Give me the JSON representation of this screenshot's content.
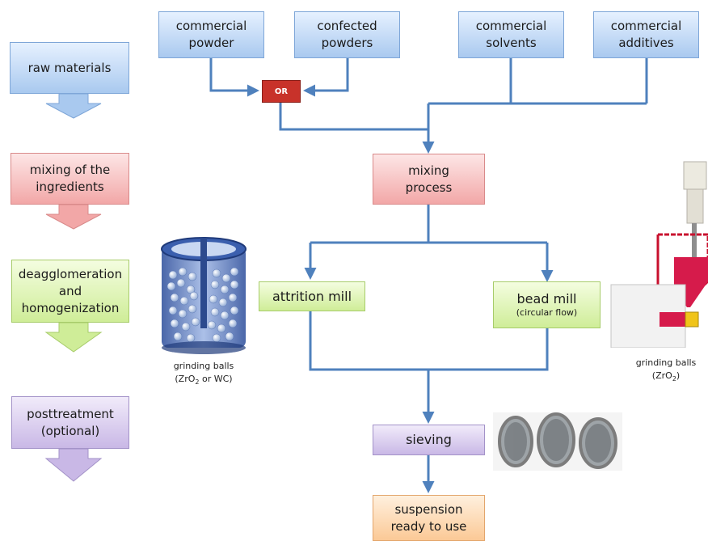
{
  "left_stages": [
    {
      "label": "raw materials"
    },
    {
      "label": "mixing of the\ningredients"
    },
    {
      "label": "deagglomeration\nand\nhomogenization"
    },
    {
      "label": "posttreatment\n(optional)"
    }
  ],
  "inputs": {
    "commercial_powder": "commercial\npowder",
    "confected_powders": "confected\npowders",
    "commercial_solvents": "commercial\nsolvents",
    "commercial_additives": "commercial\nadditives"
  },
  "or_label": "OR",
  "mixing_process": "mixing\nprocess",
  "attrition_mill": "attrition mill",
  "bead_mill": {
    "label": "bead mill",
    "sub": "(circular flow)"
  },
  "sieving": "sieving",
  "suspension": "suspension\nready to use",
  "captions": {
    "attrition_balls_line1": "grinding balls",
    "attrition_balls_line2_pre": "(ZrO",
    "attrition_balls_sub": "2",
    "attrition_balls_line2_post": " or WC)",
    "bead_balls_line1": "grinding balls",
    "bead_balls_line2_pre": "(ZrO",
    "bead_balls_sub": "2",
    "bead_balls_line2_post": ")"
  },
  "colors": {
    "connector": "#4f81bd",
    "or_red": "#c8322a",
    "blue_arrow": "#a9c9ef",
    "red_arrow": "#f2a7a7",
    "green_arrow": "#cfed98",
    "purple_arrow": "#c9b8e6"
  }
}
